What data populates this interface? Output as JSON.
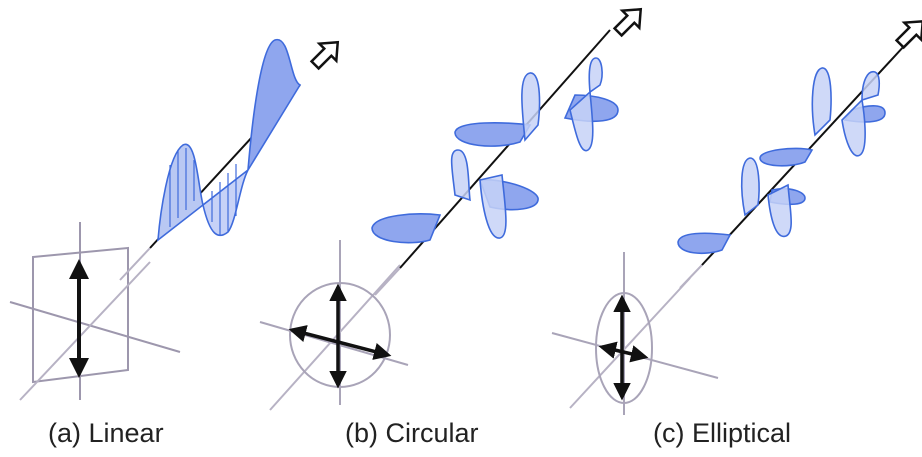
{
  "captions": {
    "a": "(a) Linear",
    "b": "(b) Circular",
    "c": "(c) Elliptical"
  },
  "colors": {
    "wave_fill": "#8fa6ee",
    "wave_fill_light": "#c7d2f7",
    "wave_stroke": "#3f6bdc",
    "axis_gray": "#a9a4b8",
    "frame_gray": "#9d97ad",
    "arrow_black": "#111111",
    "beam": "#111111"
  },
  "icons": [
    "propagation-arrow-icon",
    "polarization-vector-icon"
  ]
}
